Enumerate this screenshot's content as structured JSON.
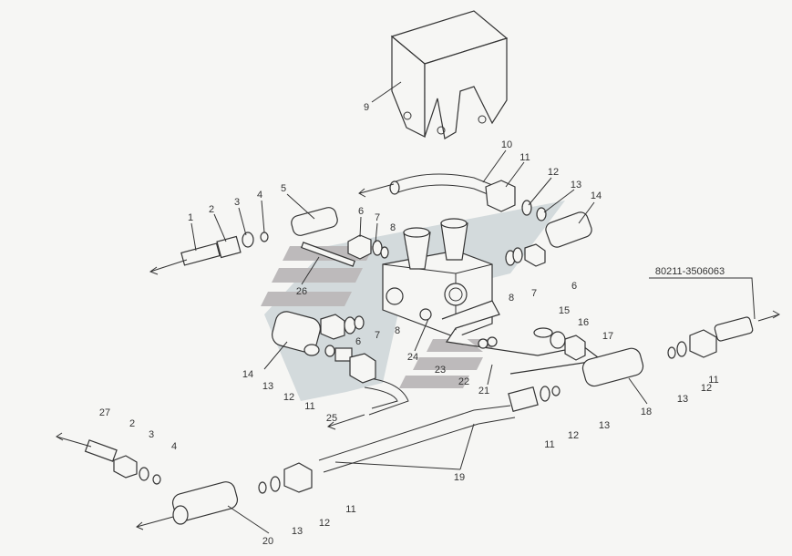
{
  "diagram": {
    "type": "exploded parts diagram",
    "assembly_number": "80211-3506063",
    "callouts": [
      "9",
      "10",
      "11",
      "12",
      "13",
      "14",
      "5",
      "1",
      "2",
      "3",
      "4",
      "6",
      "7",
      "8",
      "26",
      "8",
      "7",
      "6",
      "15",
      "16",
      "17",
      "8",
      "7",
      "6",
      "14",
      "13",
      "12",
      "11",
      "25",
      "24",
      "23",
      "22",
      "21",
      "18",
      "13",
      "12",
      "11",
      "19",
      "11",
      "12",
      "13",
      "27",
      "2",
      "3",
      "4",
      "11",
      "12",
      "13",
      "20"
    ]
  }
}
